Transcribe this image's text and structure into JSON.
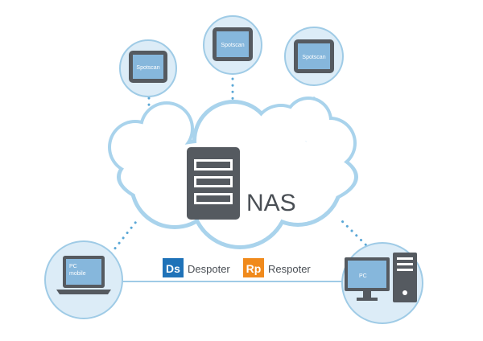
{
  "tablets": [
    {
      "screen_text": "Spotscan"
    },
    {
      "screen_text": "Spotscan"
    },
    {
      "screen_text": "Spotscan"
    }
  ],
  "nas": {
    "label": "NAS"
  },
  "laptop": {
    "screen_text": "PC\nmobile",
    "line1": "PC",
    "line2": "mobile"
  },
  "desktop": {
    "screen_text": "PC"
  },
  "apps": [
    {
      "badge": "Ds",
      "name": "Despoter",
      "color": "#1f72b8"
    },
    {
      "badge": "Rp",
      "name": "Respoter",
      "color": "#f08a1c"
    }
  ],
  "colors": {
    "cloud_fill": "#ffffff",
    "cloud_stroke": "#a9d3ec",
    "circle_fill": "#dcecf7",
    "circle_stroke": "#9fcbe6",
    "dots": "#5aa7d6",
    "device_dark": "#555a60",
    "screen": "#86b7dc"
  }
}
